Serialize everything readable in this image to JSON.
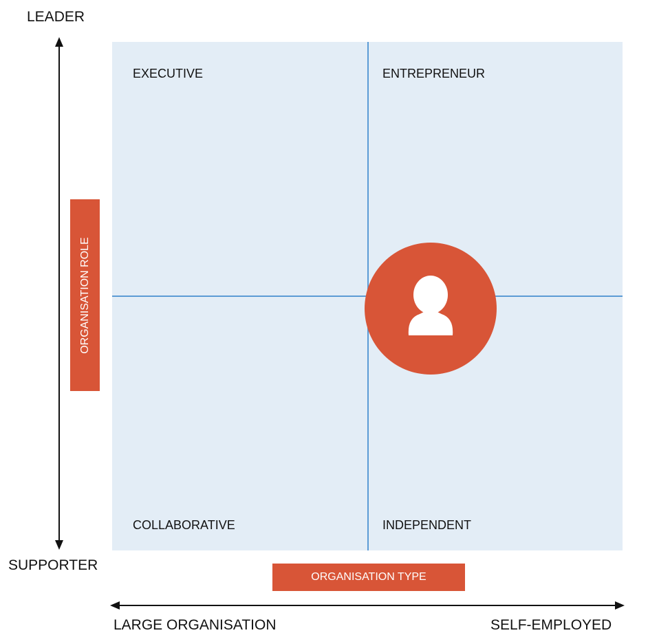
{
  "axes": {
    "vertical": {
      "top_label": "LEADER",
      "bottom_label": "SUPPORTER",
      "title": "ORGANISATION ROLE"
    },
    "horizontal": {
      "left_label": "LARGE ORGANISATION",
      "right_label": "SELF-EMPLOYED",
      "title": "ORGANISATION TYPE"
    }
  },
  "quadrants": {
    "top_left": "EXECUTIVE",
    "top_right": "ENTREPRENEUR",
    "bottom_left": "COLLABORATIVE",
    "bottom_right": "INDEPENDENT"
  },
  "marker": {
    "icon": "user-icon",
    "color": "#d85537"
  },
  "colors": {
    "accent": "#d85537",
    "quadrant_fill": "#e3edf6",
    "divider": "#5b9bd5"
  }
}
